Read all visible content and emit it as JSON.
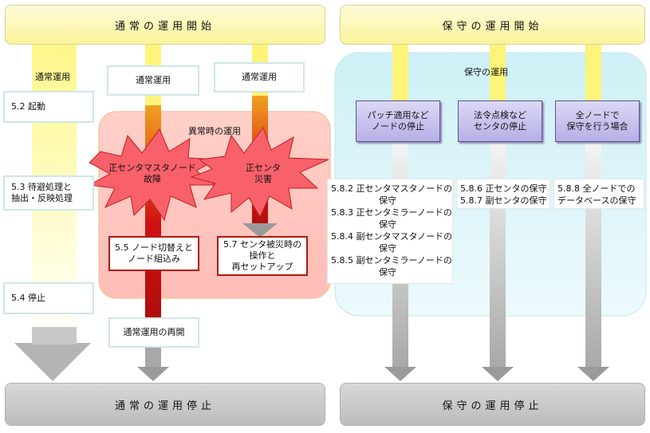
{
  "top_left_banner": "通常の運用開始",
  "top_right_banner": "保守の運用開始",
  "bottom_left_banner": "通常の運用停止",
  "bottom_right_banner": "保守の運用停止",
  "normal_label": "通常運用",
  "normal_box_2": "通常運用",
  "normal_box_3": "通常運用",
  "box_startup": "5.2 起動",
  "box_standby": "5.3 待避処理と\n抽出・反映処理",
  "box_stop": "5.4 停止",
  "abnormal_label": "異常時の運用",
  "burst_master": "正センタマスタノード\n故障",
  "burst_disaster": "正センタ\n災害",
  "box_node_switch": "5.5 ノード切替えと\nノード組込み",
  "box_disaster_ops": "5.7 センタ被災時の\n操作と\n再セットアップ",
  "box_resume": "通常運用の再開",
  "maint_label": "保守の運用",
  "purple_patch": "パッチ適用など\nノードの停止",
  "purple_legal": "法令点検など\nセンタの停止",
  "purple_all": "全ノードで\n保守を行う場合",
  "maint_list": [
    {
      "num": "5.8.2",
      "lines": [
        "正センタマスタノードの",
        "保守"
      ]
    },
    {
      "num": "5.8.3",
      "lines": [
        "正センタミラーノードの",
        "保守"
      ]
    },
    {
      "num": "5.8.4",
      "lines": [
        "副センタマスタノードの",
        "保守"
      ]
    },
    {
      "num": "5.8.5",
      "lines": [
        "副センタミラーノードの",
        "保守"
      ]
    }
  ],
  "maint_center": [
    "5.8.6 正センタの保守",
    "5.8.7 副センタの保守"
  ],
  "maint_all": [
    "5.8.8 全ノードでの",
    "データベースの保守"
  ]
}
